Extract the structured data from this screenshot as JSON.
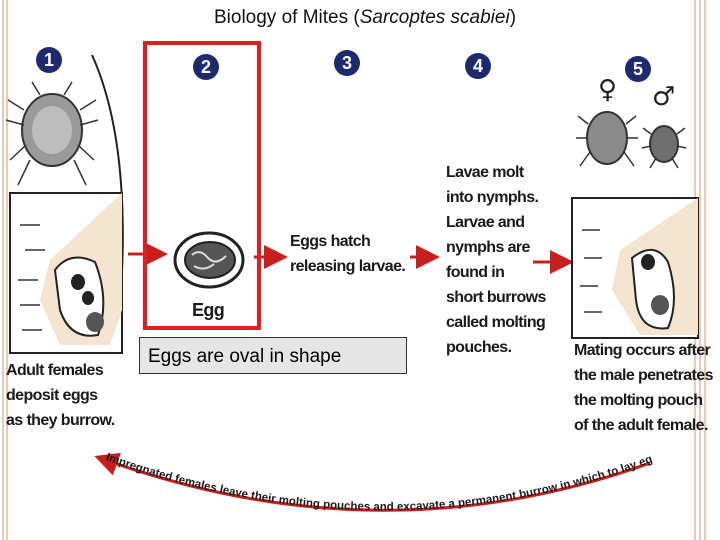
{
  "title": {
    "main": "Biology of Mites (",
    "species": "Sarcoptes scabiei",
    "close": ")"
  },
  "steps": [
    {
      "number": "1",
      "caption": "Adult females\ndeposit eggs\nas they burrow."
    },
    {
      "number": "2",
      "caption": "Egg"
    },
    {
      "number": "3",
      "caption": "Eggs hatch\nreleasing larvae."
    },
    {
      "number": "4",
      "caption": "Lavae molt\ninto nymphs.\nLarvae and\nnymphs are\nfound in\nshort burrows\ncalled molting\npouches."
    },
    {
      "number": "5",
      "caption": "Mating occurs after\nthe male penetrates\nthe molting pouch\nof the adult female."
    }
  ],
  "female_symbol": "♀",
  "male_symbol": "♂",
  "cycle_text": "Impregnated females leave their molting pouches and excavate a permanent burrow in which to lay eggs.",
  "highlight_label": "Eggs are oval in shape",
  "colors": {
    "badge": "#1e2a6e",
    "highlight_border": "#e02020",
    "arrow": "#c81e1e",
    "skin": "#f5e4d0"
  }
}
